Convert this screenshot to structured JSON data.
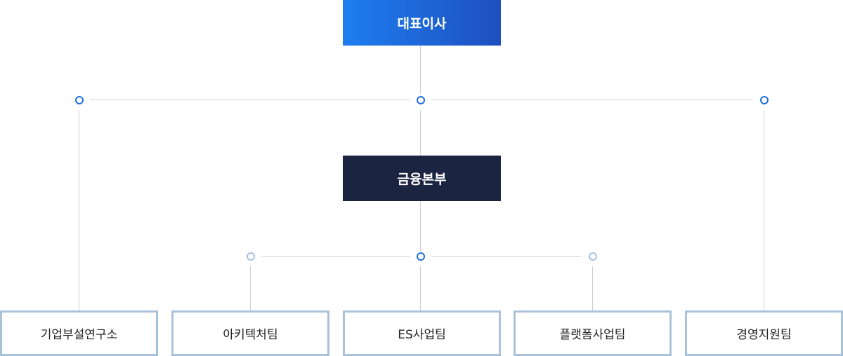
{
  "org": {
    "ceo": "대표이사",
    "division": "금융본부",
    "teams": [
      "기업부설연구소",
      "아키텍처팀",
      "ES사업팀",
      "플랫폼사업팀",
      "경영지원팀"
    ]
  }
}
